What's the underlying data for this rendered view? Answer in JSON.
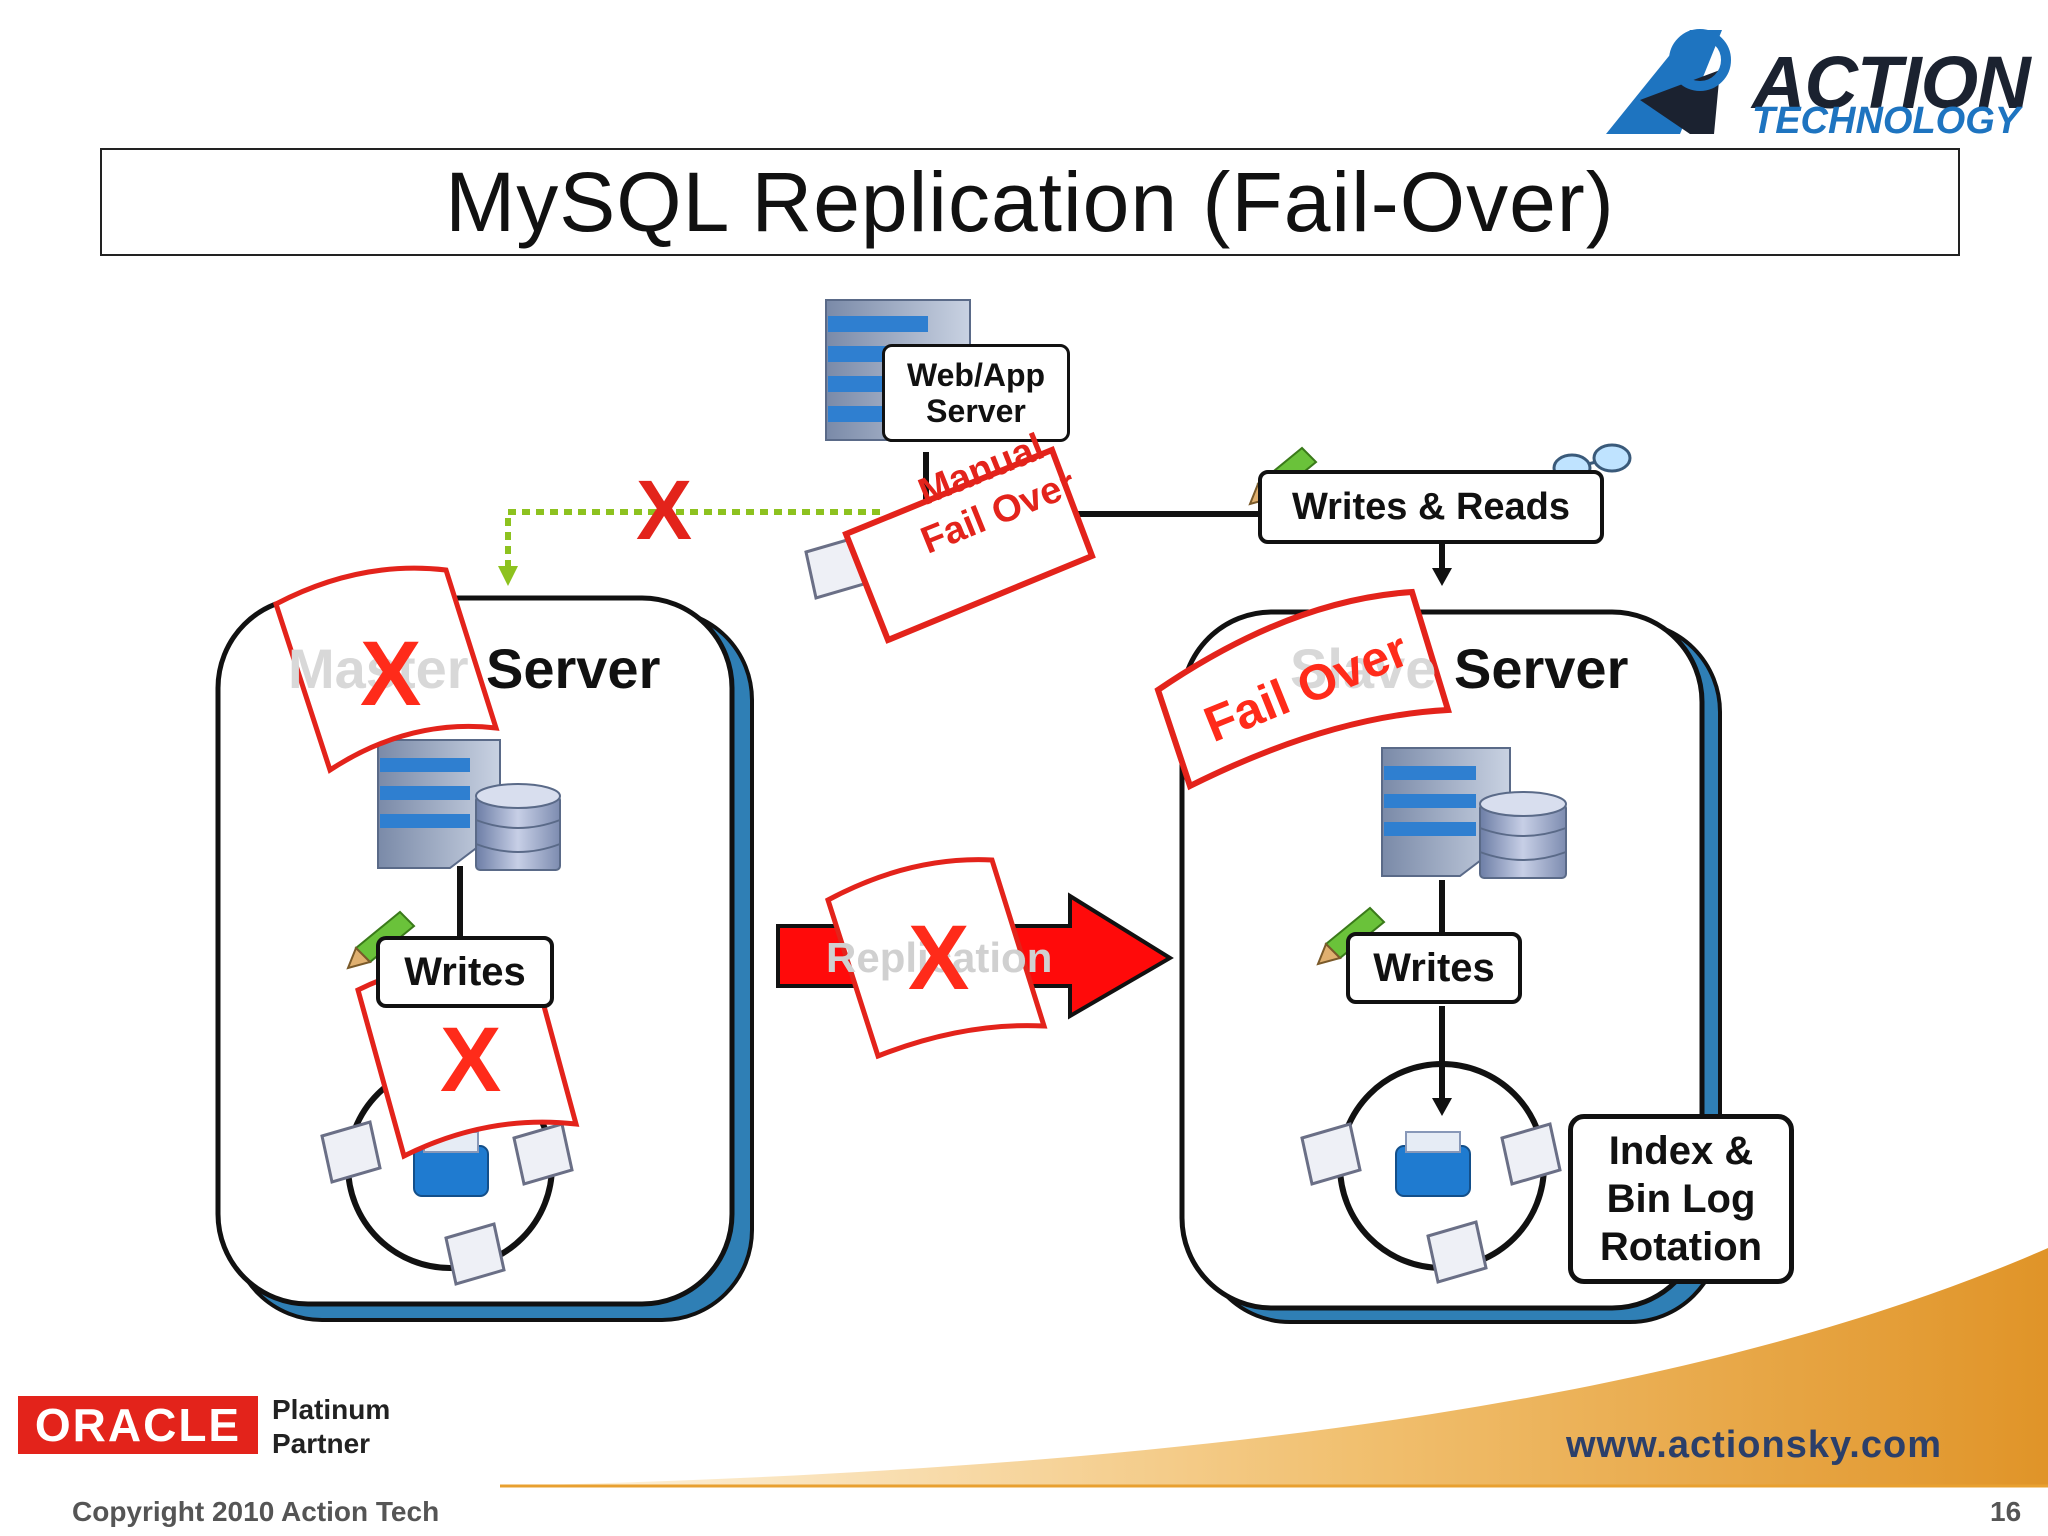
{
  "logo": {
    "word1": "ACTION",
    "word2": "TECHNOLOGY"
  },
  "title": "MySQL Replication (Fail-Over)",
  "web_app": {
    "label_line1": "Web/App",
    "label_line2": "Server"
  },
  "writes_reads_label": "Writes & Reads",
  "manual_failover": {
    "line1": "Manual",
    "line2": "Fail Over"
  },
  "master": {
    "ghost_word": "Master",
    "title_word": "Server",
    "writes_label": "Writes"
  },
  "slave": {
    "ghost_word": "Slave",
    "title_word": "Server",
    "writes_label": "Writes",
    "failover_flag": "Fail Over"
  },
  "replication_label": "Replication",
  "rotation_box": {
    "line1": "Index &",
    "line2": "Bin Log",
    "line3": "Rotation"
  },
  "x_mark": "X",
  "oracle": {
    "brand": "ORACLE",
    "line1": "Platinum",
    "line2": "Partner"
  },
  "url": "www.actionsky.com",
  "copyright": "Copyright 2010 Action Tech",
  "page_number": "16",
  "colors": {
    "red": "#e3231b",
    "blue_shadow": "#2f7fb5",
    "green_dotted": "#8dc21f",
    "orange": "#e8a030"
  }
}
